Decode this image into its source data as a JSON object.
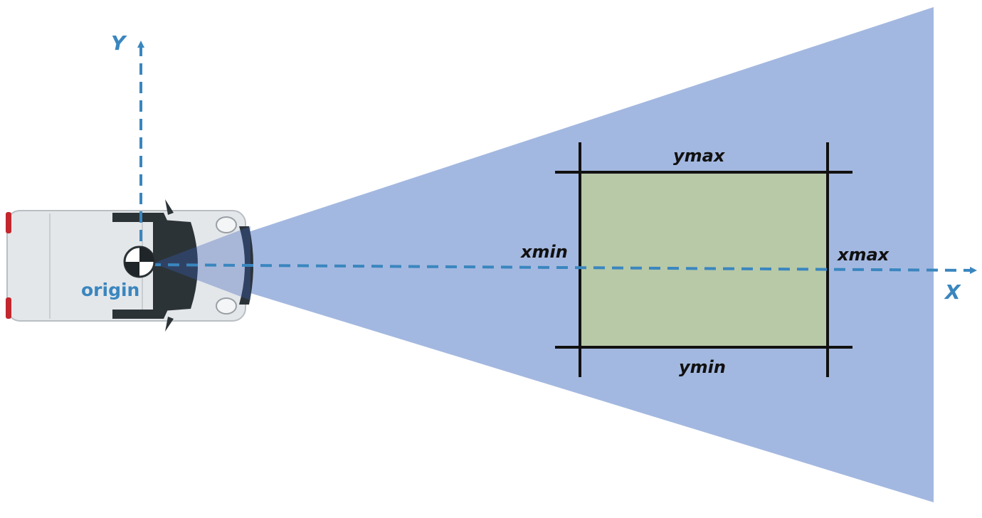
{
  "labels": {
    "y_axis": "Y",
    "x_axis": "X",
    "origin": "origin",
    "xmin": "xmin",
    "xmax": "xmax",
    "ymin": "ymin",
    "ymax": "ymax"
  },
  "colors": {
    "axis": "#3a86bf",
    "field_of_view": "#a3b8e0",
    "region": "#b8c9a7",
    "region_outline": "#111111",
    "vehicle_body": "#e4e7ea",
    "windshield": "#2b3337"
  }
}
